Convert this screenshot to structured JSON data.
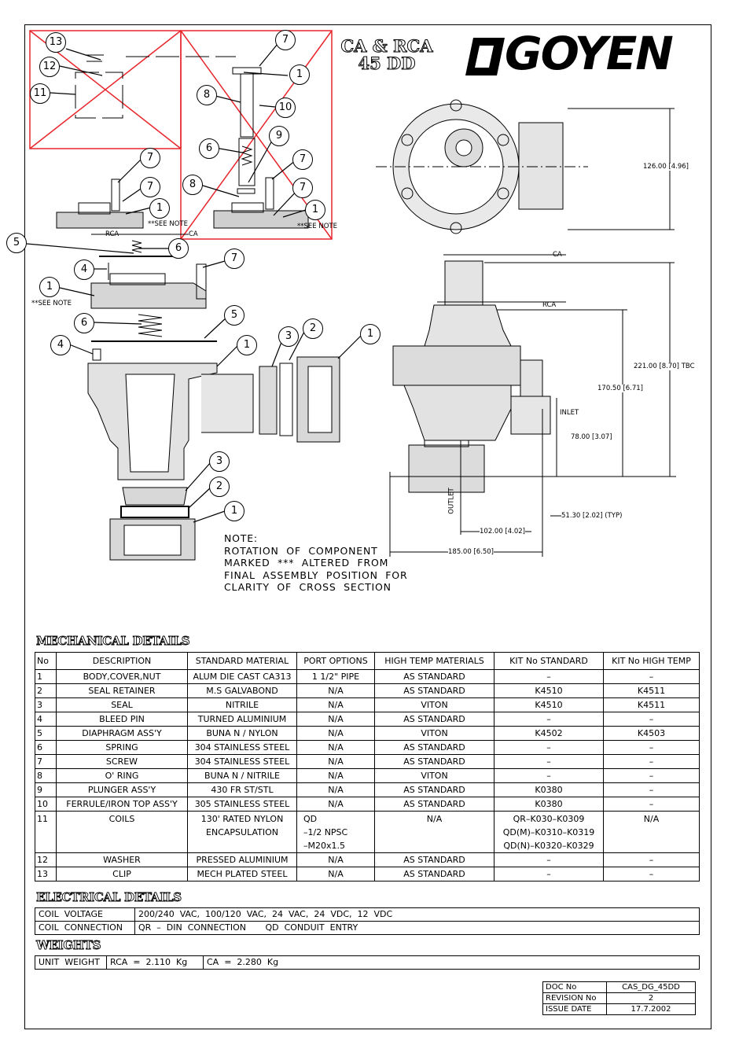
{
  "title_line1": "CA & RCA",
  "title_line2": "45 DD",
  "brand": "GOYEN",
  "note": {
    "l1": "NOTE:",
    "l2": "ROTATION  OF  COMPONENT",
    "l3": "MARKED  ***  ALTERED  FROM",
    "l4": "FINAL  ASSEMBLY  POSITION  FOR",
    "l5": "CLARITY  OF  CROSS  SECTION"
  },
  "labels": {
    "see_note": "**SEE NOTE",
    "rca": "RCA",
    "ca": "CA",
    "inlet": "INLET",
    "outlet": "OUTLET"
  },
  "dimensions": {
    "d126": "126.00 [4.96]",
    "d221": "221.00 [8.70] TBC",
    "d170": "170.50 [6.71]",
    "d78": "78.00 [3.07]",
    "d51": "51.30 [2.02] (TYP)",
    "d102": "102.00 [4.02]",
    "d185": "185.00 [6.50]"
  },
  "mechanical": {
    "heading": "MECHANICAL DETAILS",
    "headers": [
      "No",
      "DESCRIPTION",
      "STANDARD MATERIAL",
      "PORT OPTIONS",
      "HIGH TEMP MATERIALS",
      "KIT No STANDARD",
      "KIT No HIGH TEMP"
    ],
    "rows": [
      {
        "no": "1",
        "desc": "BODY,COVER,NUT",
        "mat": "ALUM DIE CAST CA313",
        "port": "1  1/2\"  PIPE",
        "ht": "AS  STANDARD",
        "kit": "–",
        "kit_ht": "–"
      },
      {
        "no": "2",
        "desc": "SEAL  RETAINER",
        "mat": "M.S  GALVABOND",
        "port": "N/A",
        "ht": "AS  STANDARD",
        "kit": "K4510",
        "kit_ht": "K4511"
      },
      {
        "no": "3",
        "desc": "SEAL",
        "mat": "NITRILE",
        "port": "N/A",
        "ht": "VITON",
        "kit": "K4510",
        "kit_ht": "K4511"
      },
      {
        "no": "4",
        "desc": "BLEED  PIN",
        "mat": "TURNED  ALUMINIUM",
        "port": "N/A",
        "ht": "AS  STANDARD",
        "kit": "–",
        "kit_ht": "–"
      },
      {
        "no": "5",
        "desc": "DIAPHRAGM  ASS'Y",
        "mat": "BUNA  N  /  NYLON",
        "port": "N/A",
        "ht": "VITON",
        "kit": "K4502",
        "kit_ht": "K4503"
      },
      {
        "no": "6",
        "desc": "SPRING",
        "mat": "304  STAINLESS  STEEL",
        "port": "N/A",
        "ht": "AS  STANDARD",
        "kit": "–",
        "kit_ht": "–"
      },
      {
        "no": "7",
        "desc": "SCREW",
        "mat": "304  STAINLESS  STEEL",
        "port": "N/A",
        "ht": "AS  STANDARD",
        "kit": "–",
        "kit_ht": "–"
      },
      {
        "no": "8",
        "desc": "O'  RING",
        "mat": "BUNA  N  /  NITRILE",
        "port": "N/A",
        "ht": "VITON",
        "kit": "–",
        "kit_ht": "–"
      },
      {
        "no": "9",
        "desc": "PLUNGER  ASS'Y",
        "mat": "430  FR  ST/STL",
        "port": "N/A",
        "ht": "AS  STANDARD",
        "kit": "K0380",
        "kit_ht": "–"
      },
      {
        "no": "10",
        "desc": "FERRULE/IRON  TOP  ASS'Y",
        "mat": "305  STAINLESS  STEEL",
        "port": "N/A",
        "ht": "AS  STANDARD",
        "kit": "K0380",
        "kit_ht": "–"
      }
    ],
    "coil_row": {
      "no": "11",
      "desc": "COILS",
      "mat_l1": "130' RATED  NYLON",
      "mat_l2": "ENCAPSULATION",
      "port_l1": "QD",
      "port_l2": "–1/2  NPSC",
      "port_l3": "–M20x1.5",
      "ht": "N/A",
      "kit_l1": "QR–K030–K0309",
      "kit_l2": "QD(M)–K0310–K0319",
      "kit_l3": "QD(N)–K0320–K0329",
      "kit_ht": "N/A"
    },
    "rows_tail": [
      {
        "no": "12",
        "desc": "WASHER",
        "mat": "PRESSED  ALUMINIUM",
        "port": "N/A",
        "ht": "AS  STANDARD",
        "kit": "–",
        "kit_ht": "–"
      },
      {
        "no": "13",
        "desc": "CLIP",
        "mat": "MECH  PLATED  STEEL",
        "port": "N/A",
        "ht": "AS  STANDARD",
        "kit": "–",
        "kit_ht": "–"
      }
    ]
  },
  "electrical": {
    "heading": "ELECTRICAL DETAILS",
    "voltage_label": "COIL  VOLTAGE",
    "voltage_value": "200/240  VAC,  100/120  VAC,  24  VAC,  24  VDC,  12  VDC",
    "connection_label": "COIL  CONNECTION",
    "connection_value": "QR  –  DIN  CONNECTION       QD  CONDUIT  ENTRY"
  },
  "weights": {
    "heading": "WEIGHTS",
    "label": "UNIT  WEIGHT",
    "rca": "RCA  =  2.110  Kg",
    "ca": "CA  =  2.280  Kg"
  },
  "doc": {
    "doc_no_label": "DOC  No",
    "doc_no": "CAS_DG_45DD",
    "rev_label": "REVISION  No",
    "rev": "2",
    "issue_label": "ISSUE  DATE",
    "issue": "17.7.2002"
  },
  "colors": {
    "crossout": "#e8252b",
    "ink": "#000000"
  }
}
